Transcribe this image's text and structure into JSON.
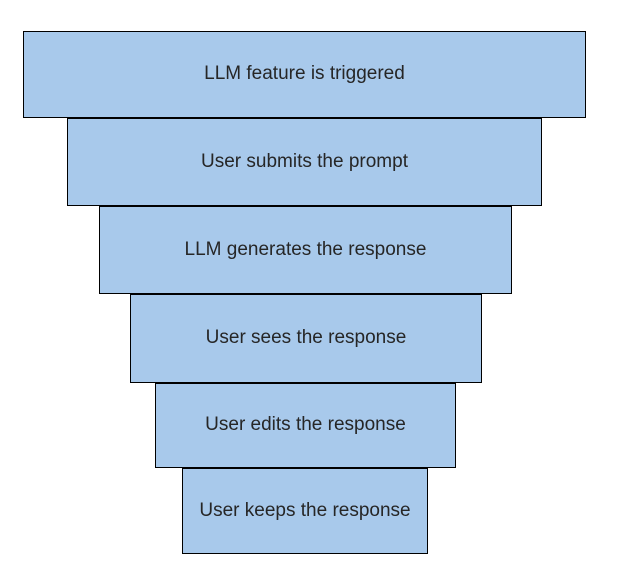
{
  "diagram": {
    "type": "funnel",
    "colors": {
      "background": "#ffffff",
      "step_fill": "#a8c9eb",
      "step_border": "#000000",
      "text": "#262626"
    },
    "steps": [
      {
        "label": "LLM feature is triggered"
      },
      {
        "label": "User submits the prompt"
      },
      {
        "label": "LLM generates the response"
      },
      {
        "label": "User sees the response"
      },
      {
        "label": "User edits the response"
      },
      {
        "label": "User keeps the response"
      }
    ]
  }
}
